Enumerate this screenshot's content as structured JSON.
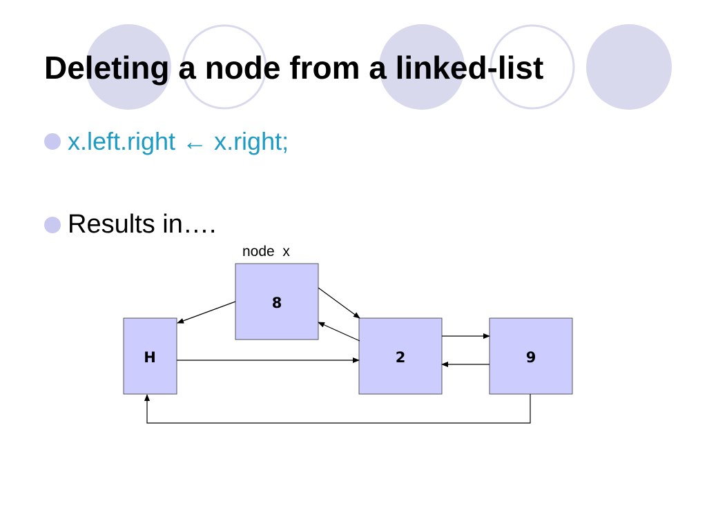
{
  "slide": {
    "title": "Deleting a node from a linked-list",
    "bullets": [
      {
        "text": "x.left.right ← x.right;",
        "color": "#1e9bc3"
      },
      {
        "text": "Results in….",
        "color": "#000000"
      }
    ]
  },
  "diagram": {
    "node_caption": "node  x",
    "nodes": [
      {
        "id": "8",
        "label": "8"
      },
      {
        "id": "H",
        "label": "H"
      },
      {
        "id": "2",
        "label": "2"
      },
      {
        "id": "9",
        "label": "9"
      }
    ],
    "node_fill": "#ccccff",
    "links": [
      {
        "from": "8",
        "to": "H",
        "kind": "left"
      },
      {
        "from": "8",
        "to": "2",
        "kind": "right"
      },
      {
        "from": "2",
        "to": "8",
        "kind": "left"
      },
      {
        "from": "H",
        "to": "2",
        "kind": "right"
      },
      {
        "from": "2",
        "to": "9",
        "kind": "right"
      },
      {
        "from": "9",
        "to": "2",
        "kind": "left"
      },
      {
        "from": "9",
        "to": "H",
        "kind": "right"
      }
    ]
  },
  "theme": {
    "decor_circle_fill": "#d9d9ee",
    "decor_circle_stroke": "#d9d9ee",
    "bullet_color": "#c8c8f0"
  }
}
